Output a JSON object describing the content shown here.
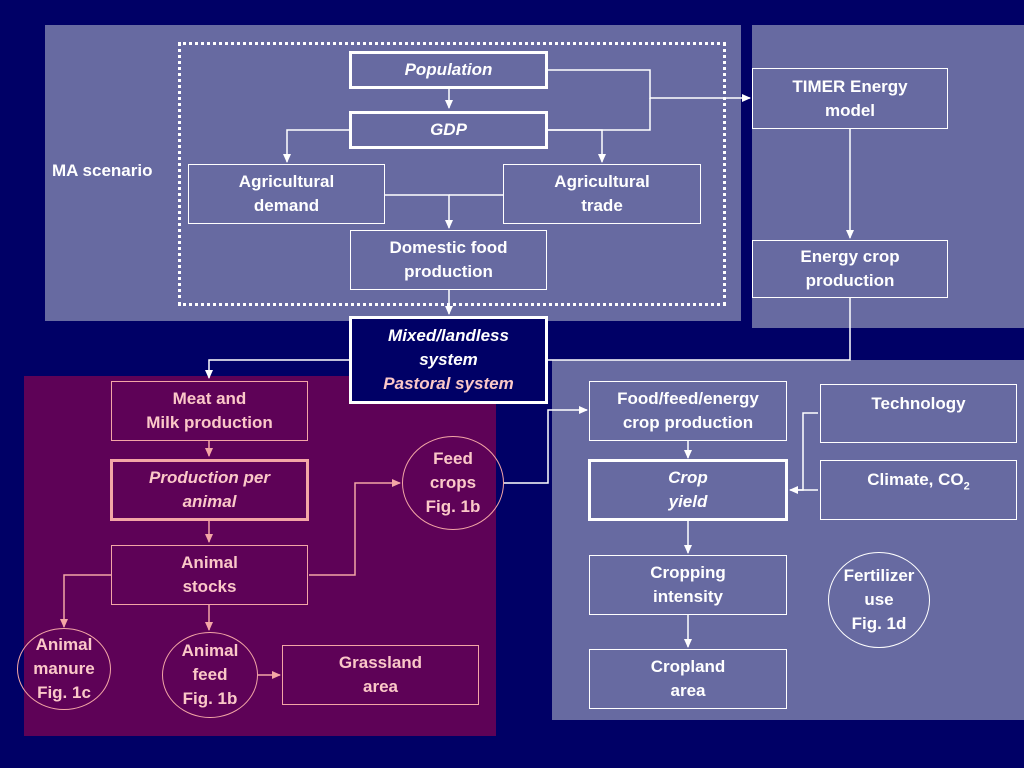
{
  "scenario": {
    "label": "MA scenario",
    "population": "Population",
    "gdp": "GDP",
    "ag_demand": [
      "Agricultural",
      "demand"
    ],
    "ag_trade": [
      "Agricultural",
      "trade"
    ],
    "domestic_food": [
      "Domestic food",
      "production"
    ]
  },
  "energy": {
    "timer": [
      "TIMER Energy",
      "model"
    ],
    "energy_crop": [
      "Energy crop",
      "production"
    ]
  },
  "systems": {
    "mixed": [
      "Mixed/landless",
      "system"
    ],
    "pastoral": "Pastoral system"
  },
  "livestock": {
    "meat_milk": [
      "Meat and",
      "Milk production"
    ],
    "production_per_animal": [
      "Production per",
      "animal"
    ],
    "animal_stocks": [
      "Animal",
      "stocks"
    ],
    "feed_crops": [
      "Feed",
      "crops",
      "Fig. 1b"
    ],
    "animal_manure": [
      "Animal",
      "manure",
      "Fig. 1c"
    ],
    "animal_feed": [
      "Animal",
      "feed",
      "Fig. 1b"
    ],
    "grassland": [
      "Grassland",
      "area"
    ]
  },
  "crop": {
    "food_feed_energy": [
      "Food/feed/energy",
      "crop production"
    ],
    "technology": "Technology",
    "climate": "Climate, CO",
    "climate_sub": "2",
    "crop_yield": [
      "Crop",
      "yield"
    ],
    "cropping_intensity": [
      "Cropping",
      "intensity"
    ],
    "fertilizer": [
      "Fertilizer",
      "use",
      "Fig. 1d"
    ],
    "cropland": [
      "Cropland",
      "area"
    ]
  },
  "colors": {
    "background": "#000066",
    "panel_blue": "#676AA1",
    "panel_purple": "#5E0257",
    "pink_accent": "#F4A6A6"
  }
}
